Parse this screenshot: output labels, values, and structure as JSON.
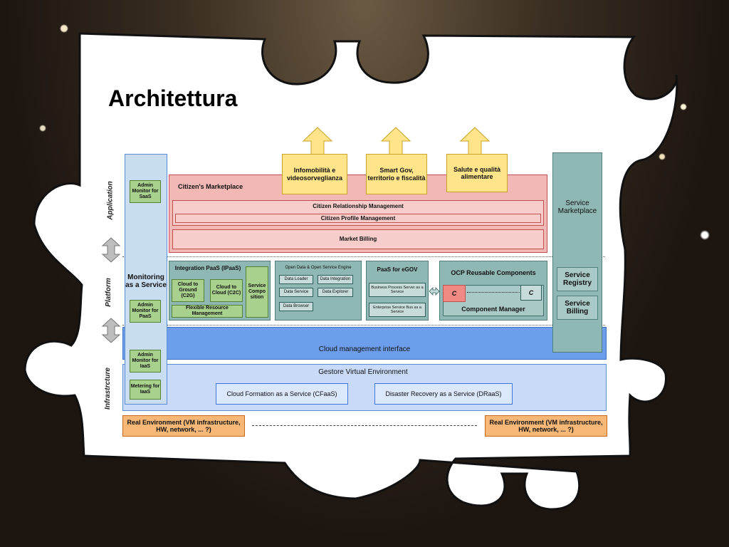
{
  "title": "Architettura",
  "layers": {
    "application": "Application",
    "platform": "Platform",
    "infrastructure": "Infrastrcture"
  },
  "monitoring": {
    "label": "Monitoring as a Service",
    "admin_saas": "Admin Monitor for SaaS",
    "admin_paas": "Admin Monitor for PaaS",
    "admin_iaas": "Admin Monitor for IaaS",
    "metering_iaas": "Metering for IaaS"
  },
  "outputs": {
    "infomobilita": "Infomobilità e videosorveglianza",
    "smart_gov": "Smart Gov, territorio e fiscalità",
    "salute": "Salute e qualità alimentare"
  },
  "marketplace": {
    "title": "Citizen's Marketplace",
    "crm": "Citizen Relationship Management",
    "cpm": "Citizen Profile Management",
    "billing": "Market Billing"
  },
  "integration": {
    "title": "Integration PaaS (IPaaS)",
    "c2g": "Cloud to Ground (C2G)",
    "c2c": "Cloud to Cloud (C2C)",
    "service_composition": "Service Compo sition",
    "flexible": "Flexible Resource Management"
  },
  "opendata": {
    "title": "Open Data & Open Service Engine",
    "loader": "Data Loader",
    "integration": "Data Integration",
    "service": "Data Service",
    "explorer": "Data Explorer",
    "browser": "Data Browser"
  },
  "egov": {
    "title": "PaaS for eGOV",
    "bps": "Business Process Server as a Service",
    "esb": "Enterprise Service Bus as a Service"
  },
  "ocp": {
    "title": "OCP Reusable Components",
    "c1": "C",
    "c2": "C",
    "manager": "Component Manager"
  },
  "service_market": {
    "title": "Service Marketplace",
    "registry": "Service Registry",
    "billing": "Service Billing"
  },
  "cloud_interface": "Cloud management interface",
  "gestore": {
    "title": "Gestore Virtual Environment",
    "cfaas": "Cloud Formation as a Service (CFaaS)",
    "draas": "Disaster Recovery as a Service (DRaaS)"
  },
  "real_env": {
    "left": "Real Environment (VM infrastructure, HW, network, ... ?)",
    "right": "Real Environment (VM infrastructure, HW, network, ... ?)"
  },
  "colors": {
    "monitor_column": "#c9ddf0",
    "cloud_interface": "#6d9eeb",
    "infra": "#c9daf8",
    "marketplace": "#f2b8b5",
    "platform_teal": "#8fb7b3",
    "output_yellow": "#ffe48a",
    "real_env_orange": "#f7b777"
  }
}
